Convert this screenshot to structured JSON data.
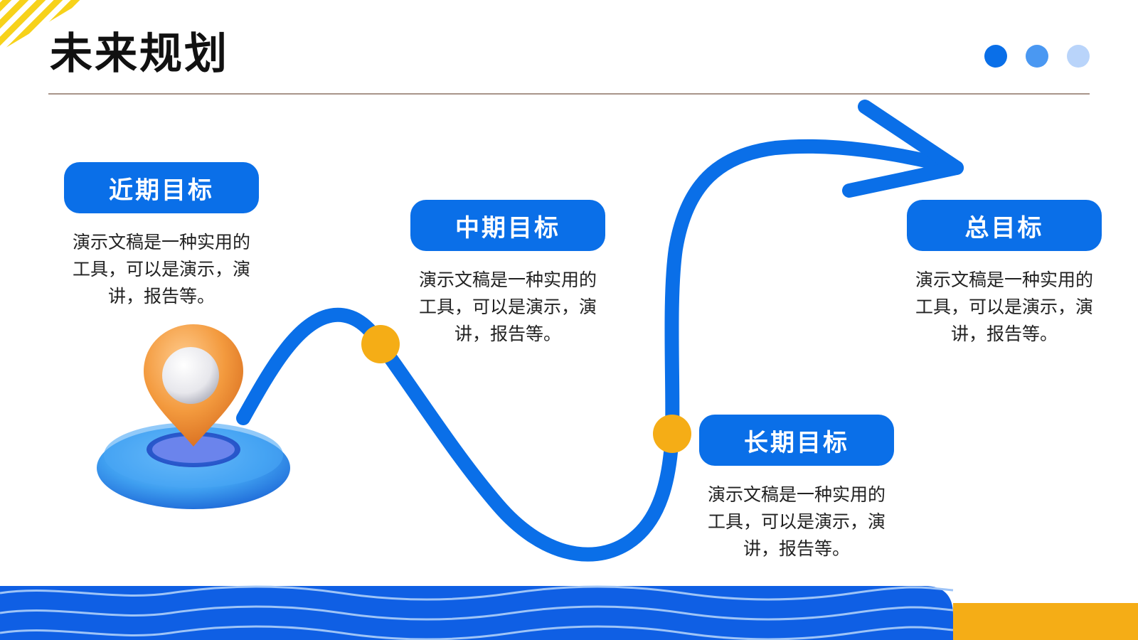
{
  "title": "未来规划",
  "colors": {
    "primary_blue": "#0a6fe8",
    "dot_mid": "#4a98f2",
    "dot_light": "#b9d4fa",
    "accent_orange": "#f5ad16",
    "accent_yellow": "#f7d21a",
    "wave_blue": "#0f5fe4",
    "wave_line": "#9ec4f7"
  },
  "icons": {
    "start": "location-pin-icon",
    "end": "arrow-head-icon"
  },
  "milestones": [
    {
      "label": "近期目标",
      "description": "演示文稿是一种实用的工具，可以是演示，演讲，报告等。"
    },
    {
      "label": "中期目标",
      "description": "演示文稿是一种实用的工具，可以是演示，演讲，报告等。"
    },
    {
      "label": "长期目标",
      "description": "演示文稿是一种实用的工具，可以是演示，演讲，报告等。"
    },
    {
      "label": "总目标",
      "description": "演示文稿是一种实用的工具，可以是演示，演讲，报告等。"
    }
  ]
}
